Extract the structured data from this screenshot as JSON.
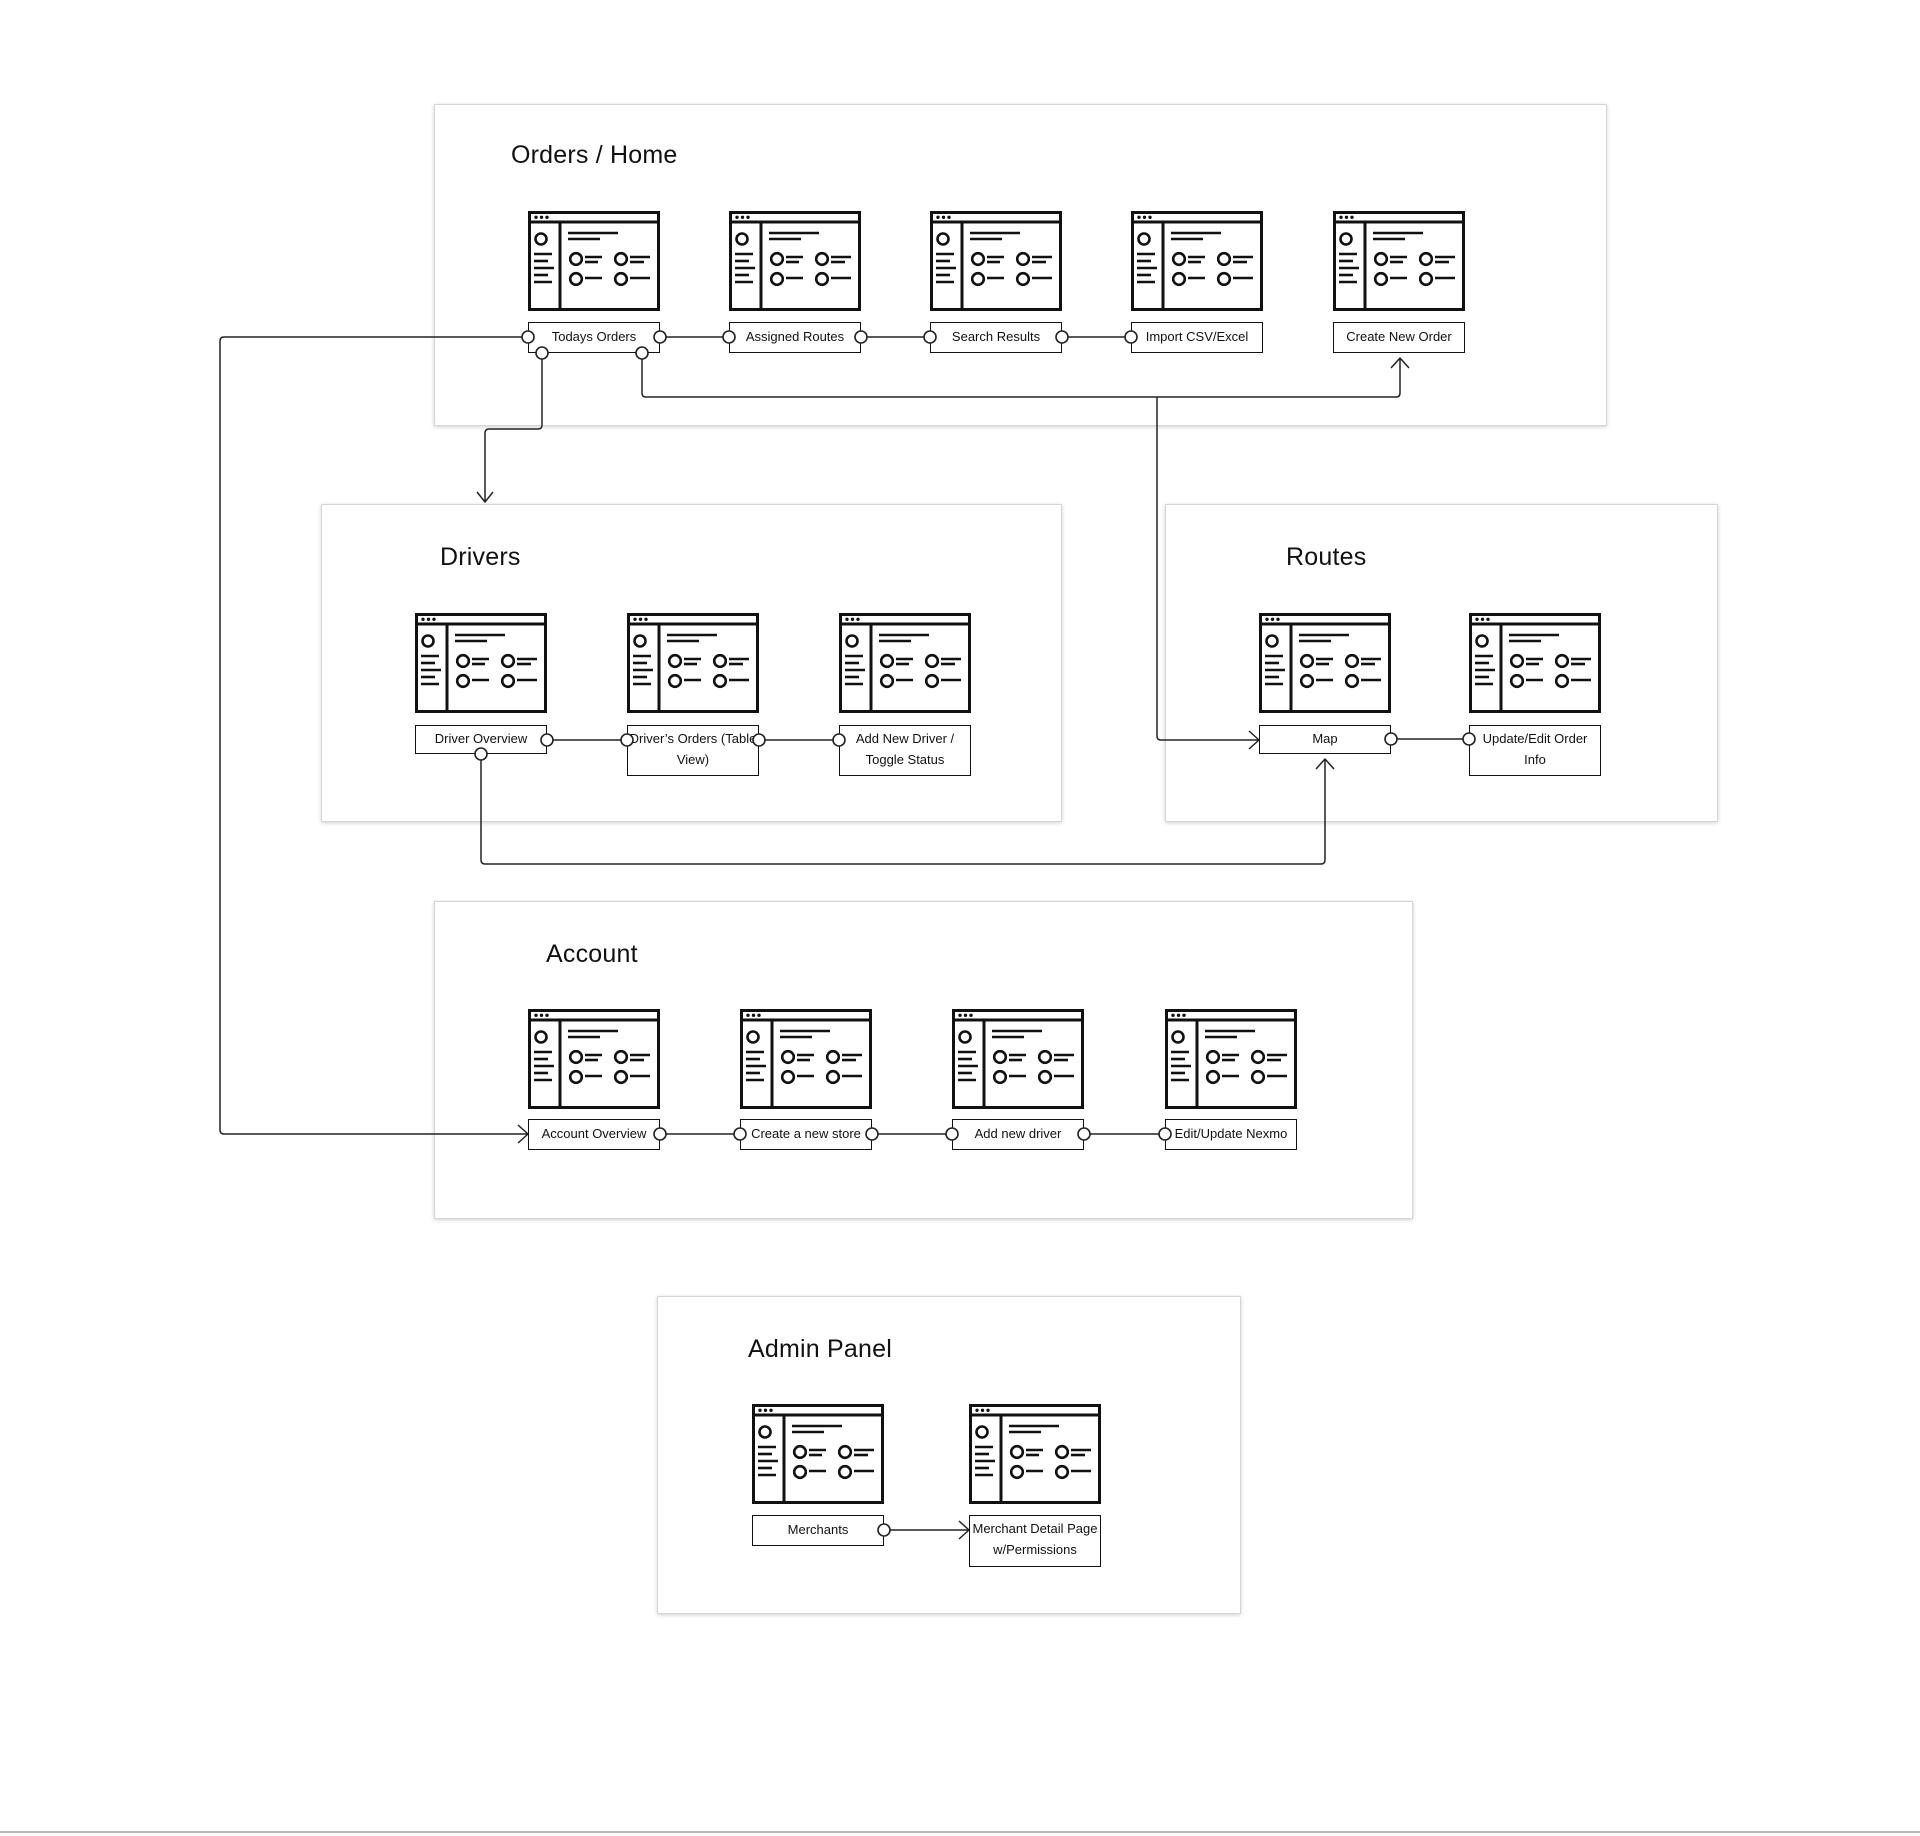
{
  "sections": [
    {
      "id": "orders",
      "title": "Orders / Home",
      "screens": [
        {
          "id": "todays-orders",
          "label": "Todays Orders"
        },
        {
          "id": "assigned-routes",
          "label": "Assigned Routes"
        },
        {
          "id": "search-results",
          "label": "Search Results"
        },
        {
          "id": "import-csv",
          "label": "Import CSV/Excel"
        },
        {
          "id": "create-new-order",
          "label": "Create New Order"
        }
      ]
    },
    {
      "id": "drivers",
      "title": "Drivers",
      "screens": [
        {
          "id": "driver-overview",
          "label": "Driver Overview"
        },
        {
          "id": "drivers-orders",
          "label": "Driver’s Orders (Table View)"
        },
        {
          "id": "add-new-driver",
          "label": "Add New Driver / Toggle Status"
        }
      ]
    },
    {
      "id": "routes",
      "title": "Routes",
      "screens": [
        {
          "id": "map",
          "label": "Map"
        },
        {
          "id": "update-edit-order",
          "label": "Update/Edit Order Info"
        }
      ]
    },
    {
      "id": "account",
      "title": "Account",
      "screens": [
        {
          "id": "account-overview",
          "label": "Account Overview"
        },
        {
          "id": "create-store",
          "label": "Create a new store"
        },
        {
          "id": "add-driver",
          "label": "Add new driver"
        },
        {
          "id": "edit-nexmo",
          "label": "Edit/Update Nexmo"
        }
      ]
    },
    {
      "id": "admin",
      "title": "Admin Panel",
      "screens": [
        {
          "id": "merchants",
          "label": "Merchants"
        },
        {
          "id": "merchant-detail",
          "label": "Merchant Detail Page w/Permissions"
        }
      ]
    }
  ]
}
